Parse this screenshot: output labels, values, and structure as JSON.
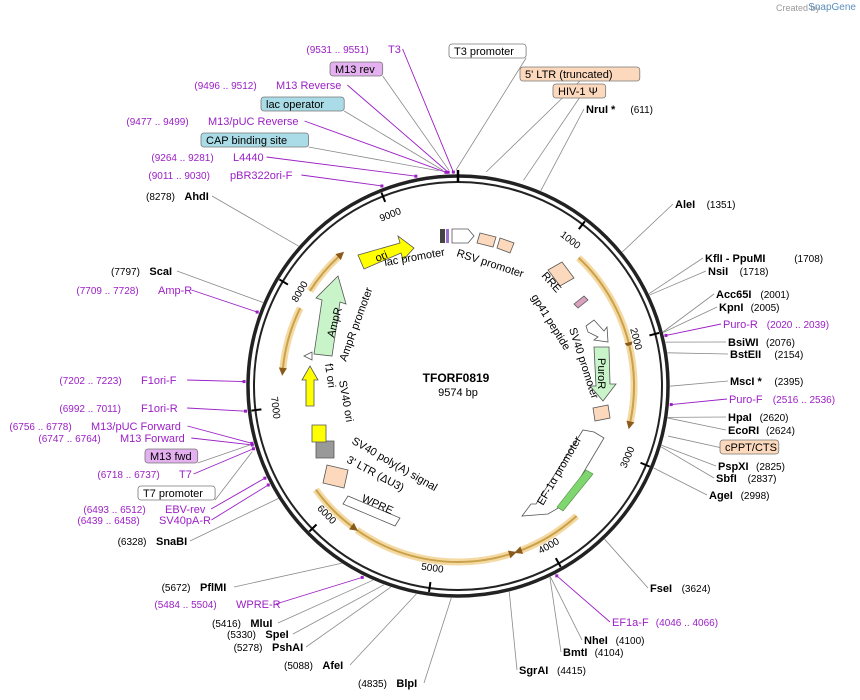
{
  "credit": {
    "text": "Created by",
    "brand": "SnapGene"
  },
  "plasmid": {
    "name": "TFORF0819",
    "length": "9574 bp"
  },
  "ticks": [
    {
      "bp": 1000,
      "label": "1000"
    },
    {
      "bp": 2000,
      "label": "2000"
    },
    {
      "bp": 3000,
      "label": "3000"
    },
    {
      "bp": 4000,
      "label": "4000"
    },
    {
      "bp": 5000,
      "label": "5000"
    },
    {
      "bp": 6000,
      "label": "6000"
    },
    {
      "bp": 7000,
      "label": "7000"
    },
    {
      "bp": 8000,
      "label": "8000"
    },
    {
      "bp": 9000,
      "label": "9000"
    }
  ],
  "enzymes": [
    {
      "name": "NruI *",
      "pos": "(611)",
      "bp": 611
    },
    {
      "name": "AleI",
      "pos": "(1351)",
      "bp": 1351
    },
    {
      "name": "KflI  - PpuMI",
      "pos": "(1708)",
      "bp": 1708
    },
    {
      "name": "NsiI",
      "pos": "(1718)",
      "bp": 1718
    },
    {
      "name": "Acc65I",
      "pos": "(2001)",
      "bp": 2001
    },
    {
      "name": "KpnI",
      "pos": "(2005)",
      "bp": 2005
    },
    {
      "name": "BsiWI",
      "pos": "(2076)",
      "bp": 2076
    },
    {
      "name": "BstEII",
      "pos": "(2154)",
      "bp": 2154
    },
    {
      "name": "MscI *",
      "pos": "(2395)",
      "bp": 2395
    },
    {
      "name": "HpaI",
      "pos": "(2620)",
      "bp": 2620
    },
    {
      "name": "EcoRI",
      "pos": "(2624)",
      "bp": 2624
    },
    {
      "name": "PspXI",
      "pos": "(2825)",
      "bp": 2825
    },
    {
      "name": "SbfI",
      "pos": "(2837)",
      "bp": 2837
    },
    {
      "name": "AgeI",
      "pos": "(2998)",
      "bp": 2998
    },
    {
      "name": "FseI",
      "pos": "(3624)",
      "bp": 3624
    },
    {
      "name": "NheI",
      "pos": "(4100)",
      "bp": 4100
    },
    {
      "name": "BmtI",
      "pos": "(4104)",
      "bp": 4104
    },
    {
      "name": "SgrAI",
      "pos": "(4415)",
      "bp": 4415
    },
    {
      "name": "BlpI",
      "pos": "(4835)",
      "bp": 4835
    },
    {
      "name": "AfeI",
      "pos": "(5088)",
      "bp": 5088
    },
    {
      "name": "PshAI",
      "pos": "(5278)",
      "bp": 5278
    },
    {
      "name": "SpeI",
      "pos": "(5330)",
      "bp": 5330
    },
    {
      "name": "MluI",
      "pos": "(5416)",
      "bp": 5416
    },
    {
      "name": "PflMI",
      "pos": "(5672)",
      "bp": 5672
    },
    {
      "name": "SnaBI",
      "pos": "(6328)",
      "bp": 6328
    },
    {
      "name": "ScaI",
      "pos": "(7797)",
      "bp": 7797
    },
    {
      "name": "AhdI",
      "pos": "(8278)",
      "bp": 8278
    }
  ],
  "primers": [
    {
      "name": "T3",
      "pos": "(9531 .. 9551)",
      "bp": 9541
    },
    {
      "name": "M13 Reverse",
      "pos": "(9496 .. 9512)",
      "bp": 9504
    },
    {
      "name": "M13/pUC Reverse",
      "pos": "(9477 .. 9499)",
      "bp": 9488
    },
    {
      "name": "L4440",
      "pos": "(9264 .. 9281)",
      "bp": 9272
    },
    {
      "name": "pBR322ori-F",
      "pos": "(9011 .. 9030)",
      "bp": 9020
    },
    {
      "name": "Puro-R",
      "pos": "(2020 .. 2039)",
      "bp": 2030
    },
    {
      "name": "Puro-F",
      "pos": "(2516 .. 2536)",
      "bp": 2526
    },
    {
      "name": "EF1a-F",
      "pos": "(4046 .. 4066)",
      "bp": 4056
    },
    {
      "name": "WPRE-R",
      "pos": "(5484 .. 5504)",
      "bp": 5494
    },
    {
      "name": "SV40pA-R",
      "pos": "(6439 .. 6458)",
      "bp": 6448
    },
    {
      "name": "EBV-rev",
      "pos": "(6493 .. 6512)",
      "bp": 6502
    },
    {
      "name": "T7",
      "pos": "(6718 .. 6737)",
      "bp": 6727
    },
    {
      "name": "M13 Forward",
      "pos": "(6747 .. 6764)",
      "bp": 6755
    },
    {
      "name": "M13/pUC Forward",
      "pos": "(6756 .. 6778)",
      "bp": 6767
    },
    {
      "name": "F1ori-R",
      "pos": "(6992 .. 7011)",
      "bp": 7001
    },
    {
      "name": "F1ori-F",
      "pos": "(7202 .. 7223)",
      "bp": 7212
    },
    {
      "name": "Amp-R",
      "pos": "(7709 .. 7728)",
      "bp": 7718
    }
  ],
  "boxed_labels": [
    {
      "name": "T3 promoter",
      "bp": 9560,
      "style": "white"
    },
    {
      "name": "M13 rev",
      "bp": 9510,
      "style": "purple"
    },
    {
      "name": "lac operator",
      "bp": 9470,
      "style": "blue"
    },
    {
      "name": "CAP binding site",
      "bp": 9440,
      "style": "blue"
    },
    {
      "name": "5' LTR (truncated)",
      "bp": 200,
      "style": "peach"
    },
    {
      "name": "HIV-1 Ψ",
      "bp": 470,
      "style": "peach"
    },
    {
      "name": "cPPT/CTS",
      "bp": 2750,
      "style": "peach"
    },
    {
      "name": "M13 fwd",
      "bp": 6760,
      "style": "purple"
    },
    {
      "name": "T7 promoter",
      "bp": 6710,
      "style": "white"
    }
  ],
  "features": [
    {
      "name": "ori",
      "kind": "yellow"
    },
    {
      "name": "lac promoter",
      "kind": "label"
    },
    {
      "name": "RSV promoter",
      "kind": "label"
    },
    {
      "name": "RRE",
      "kind": "label"
    },
    {
      "name": "gp41 peptide",
      "kind": "label"
    },
    {
      "name": "SV40 promoter",
      "kind": "label"
    },
    {
      "name": "PuroR",
      "kind": "green"
    },
    {
      "name": "EF-1α promoter",
      "kind": "white"
    },
    {
      "name": "WPRE",
      "kind": "white"
    },
    {
      "name": "3' LTR (ΔU3)",
      "kind": "label"
    },
    {
      "name": "SV40 poly(A) signal",
      "kind": "label"
    },
    {
      "name": "SV40 ori",
      "kind": "label"
    },
    {
      "name": "f1 ori",
      "kind": "label"
    },
    {
      "name": "AmpR",
      "kind": "green"
    },
    {
      "name": "AmpR promoter",
      "kind": "label"
    }
  ],
  "colors": {
    "enzyme": "#000000",
    "primer": "#9b1fc5",
    "orf_arc": "#c9a24b",
    "orf_fill": "#f5d9a3",
    "feature_yellow": "#ffff00",
    "feature_green": "#c9f4c9",
    "feature_peach": "#fcd9bd",
    "feature_blue": "#a9dce6",
    "feature_purple": "#e4b0f0"
  }
}
